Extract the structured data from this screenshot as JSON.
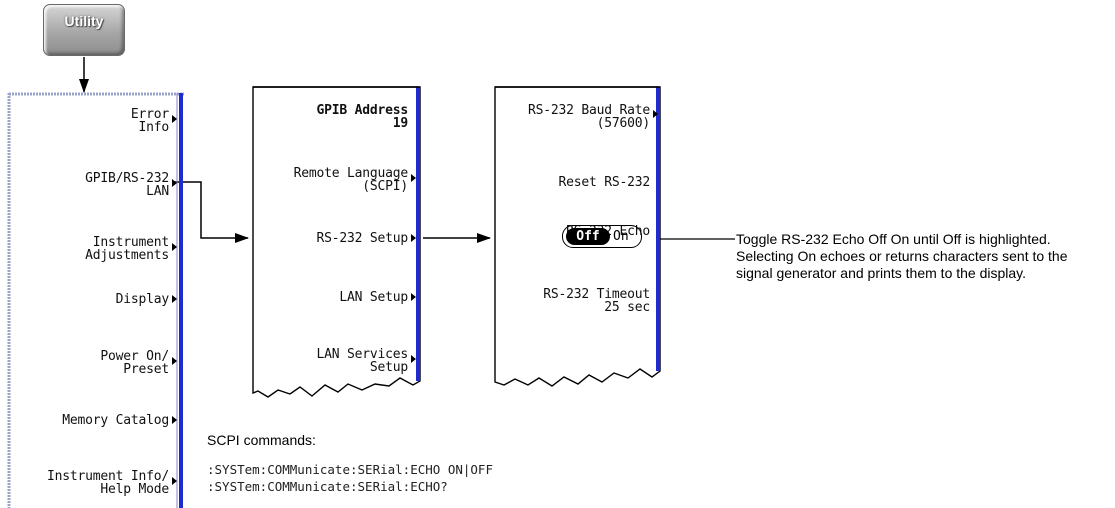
{
  "utility_key": {
    "label": "Utility"
  },
  "menu_utility": {
    "items": [
      {
        "lines": [
          "Error",
          "Info"
        ],
        "submenu": true
      },
      {
        "lines": [
          "GPIB/RS-232",
          "LAN"
        ],
        "submenu": true
      },
      {
        "lines": [
          "Instrument",
          "Adjustments"
        ],
        "submenu": true
      },
      {
        "lines": [
          "Display"
        ],
        "submenu": true
      },
      {
        "lines": [
          "Power On/",
          "Preset"
        ],
        "submenu": true
      },
      {
        "lines": [
          "Memory Catalog"
        ],
        "submenu": true
      },
      {
        "lines": [
          "Instrument Info/",
          "Help Mode"
        ],
        "submenu": true
      }
    ]
  },
  "menu_gpib": {
    "address_label": "GPIB Address",
    "address_value": "19",
    "items": [
      {
        "lines": [
          "Remote Language",
          "(SCPI)"
        ],
        "submenu": true
      },
      {
        "lines": [
          "RS-232 Setup"
        ],
        "submenu": true
      },
      {
        "lines": [
          "LAN Setup"
        ],
        "submenu": true
      },
      {
        "lines": [
          "LAN Services",
          "Setup"
        ],
        "submenu": true
      }
    ]
  },
  "menu_rs232": {
    "baud": {
      "lines": [
        "RS-232 Baud Rate",
        "(57600)"
      ],
      "submenu": true
    },
    "reset": {
      "lines": [
        "Reset RS-232"
      ]
    },
    "echo": {
      "label": "RS-232 Echo",
      "off": "Off",
      "on": "On"
    },
    "timeout": {
      "lines": [
        "RS-232 Timeout",
        "25 sec"
      ]
    }
  },
  "annotation": {
    "text": "Toggle RS-232 Echo Off On until Off is highlighted. Selecting On echoes or returns characters sent to the signal generator and prints them to the display."
  },
  "scpi": {
    "heading": "SCPI commands:",
    "commands": [
      ":SYSTem:COMMunicate:SERial:ECHO ON|OFF",
      ":SYSTem:COMMunicate:SERial:ECHO?"
    ]
  }
}
